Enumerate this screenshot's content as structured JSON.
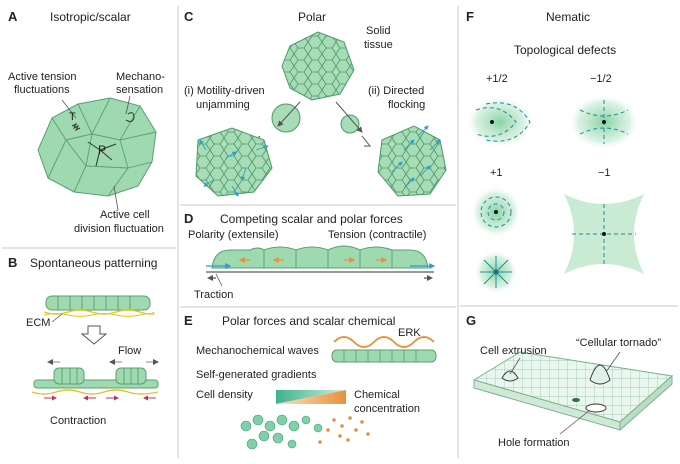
{
  "panels": {
    "A": {
      "letter": "A",
      "title": "Isotropic/scalar",
      "l1": "Active tension",
      "l2": "fluctuations",
      "m1": "Mechano-",
      "m2": "sensation",
      "T": "T",
      "P": "P",
      "d1": "Active cell",
      "d2": "division fluctuation"
    },
    "B": {
      "letter": "B",
      "title": "Spontaneous patterning",
      "ecm": "ECM",
      "flow": "Flow",
      "contraction": "Contraction"
    },
    "C": {
      "letter": "C",
      "title": "Polar",
      "s1": "Solid",
      "s2": "tissue",
      "i1": "(i) Motility-driven",
      "i2": "unjamming",
      "ii1": "(ii) Directed",
      "ii2": "flocking"
    },
    "D": {
      "letter": "D",
      "title": "Competing scalar and polar forces",
      "polarity": "Polarity (extensile)",
      "tension": "Tension (contractile)",
      "traction": "Traction"
    },
    "E": {
      "letter": "E",
      "title": "Polar forces and scalar chemical",
      "erk": "ERK",
      "waves": "Mechanochemical waves",
      "gradients": "Self-generated gradients",
      "density": "Cell density",
      "c1": "Chemical",
      "c2": "concentration"
    },
    "F": {
      "letter": "F",
      "title": "Nematic",
      "subtitle": "Topological defects",
      "d1": "+1/2",
      "d2": "−1/2",
      "d3": "+1",
      "d4": "−1"
    },
    "G": {
      "letter": "G",
      "extrusion": "Cell extrusion",
      "tornado": "“Cellular tornado”",
      "hole": "Hole formation"
    }
  },
  "colors": {
    "green": "#8fd4a4",
    "green_dark": "#3f8f62",
    "teal": "#1f8c98",
    "orange": "#e8913a",
    "yellow": "#e6c229",
    "blue": "#2a9fd6"
  }
}
